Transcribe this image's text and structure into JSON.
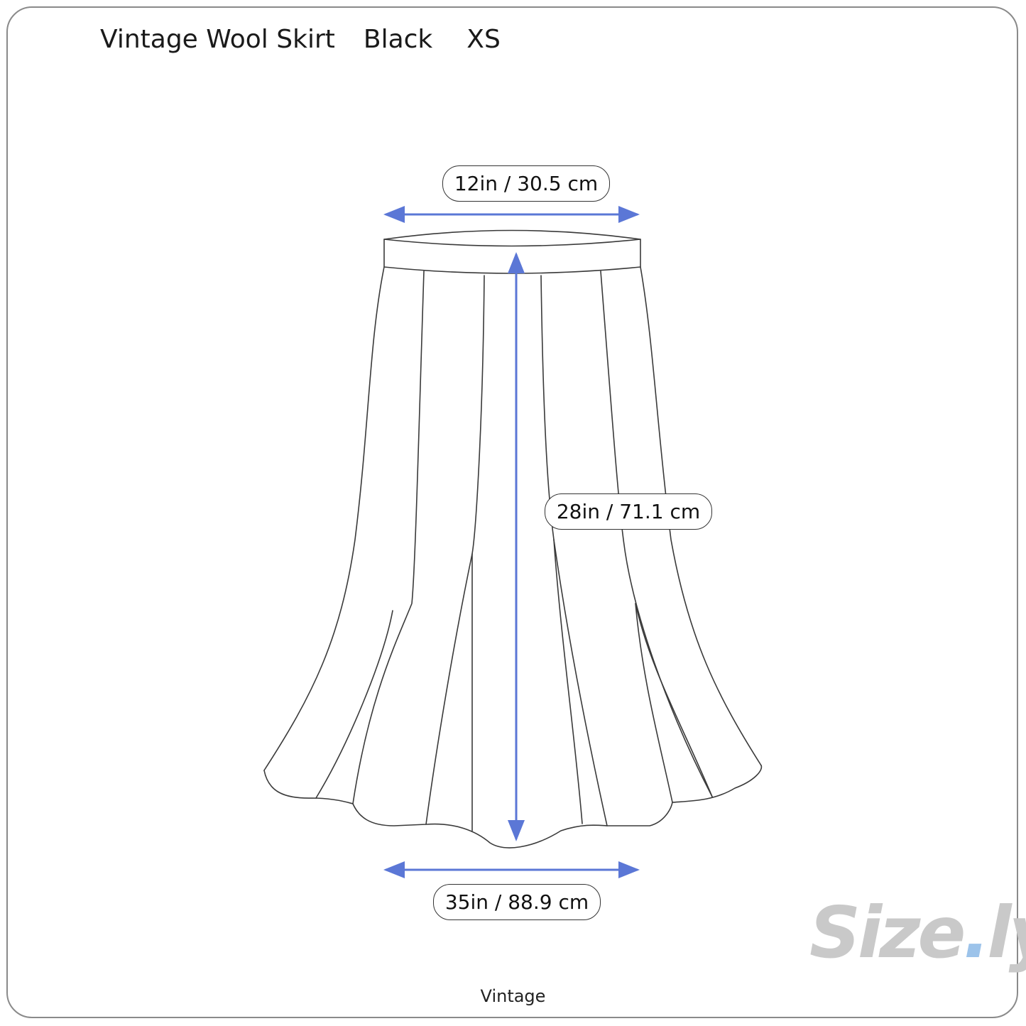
{
  "product": {
    "name": "Vintage Wool Skirt",
    "color": "Black",
    "size": "XS"
  },
  "measurements": {
    "waist": "12in / 30.5 cm",
    "length": "28in / 71.1 cm",
    "hem": "35in / 88.9 cm"
  },
  "category_label": "Vintage",
  "brand_logo": {
    "text": "Size",
    "dot": ".",
    "suffix": "ly"
  },
  "colors": {
    "arrow": "#5b77d6",
    "outline": "#3a3a3a",
    "logo": "#c9c9c9",
    "logo_dot": "#9cc3ea"
  }
}
